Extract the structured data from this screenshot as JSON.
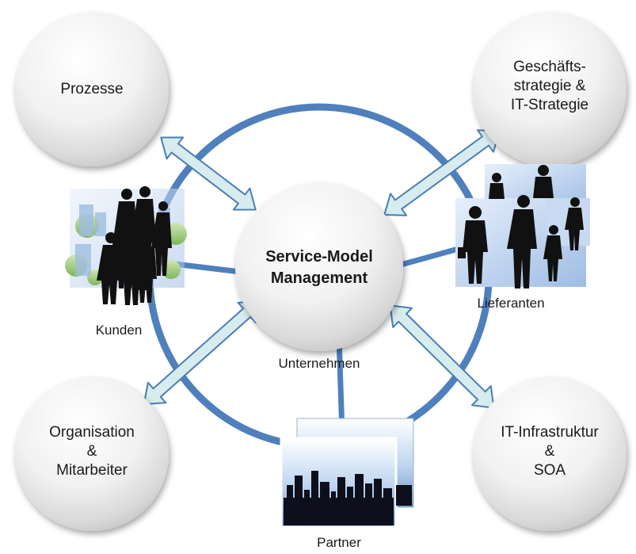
{
  "center": {
    "line1": "Service-Model",
    "line2": "Management"
  },
  "enterprise_label": "Unternehmen",
  "nodes": {
    "top_left": {
      "line1": "Prozesse"
    },
    "top_right": {
      "line1": "Geschäfts-",
      "line2": "strategie &",
      "line3": "IT-Strategie"
    },
    "bottom_left": {
      "line1": "Organisation",
      "line2": "&",
      "line3": "Mitarbeiter"
    },
    "bottom_right": {
      "line1": "IT-Infrastruktur",
      "line2": "&",
      "line3": "SOA"
    }
  },
  "stakeholders": {
    "customers": "Kunden",
    "suppliers": "Lieferanten",
    "partners": "Partner"
  },
  "colors": {
    "ring": "#4f80bd",
    "arrow_fill": "#d7ecee",
    "arrow_stroke": "#4a7fb5",
    "bubble_light": "#ffffff",
    "bubble_dark": "#cfcfcf"
  }
}
